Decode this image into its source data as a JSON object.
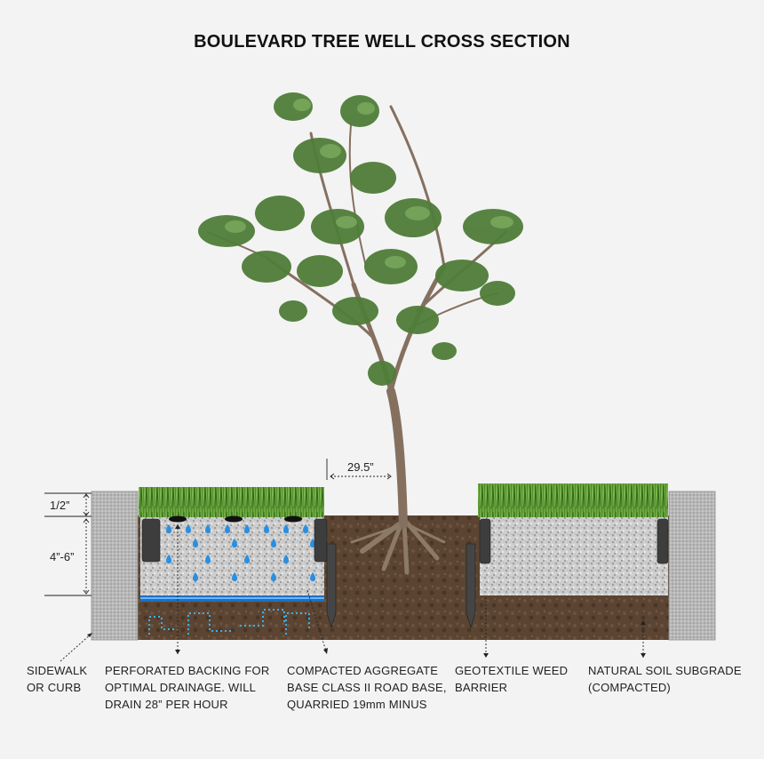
{
  "title": "BOULEVARD TREE WELL CROSS SECTION",
  "dimensions": {
    "top_layer": "1/2”",
    "depth": "4”-6”",
    "gap": "29.5”"
  },
  "labels": {
    "sidewalk": [
      "SIDEWALK",
      "OR CURB"
    ],
    "backing": [
      "PERFORATED BACKING FOR",
      "OPTIMAL DRAINAGE. WILL",
      "DRAIN 28” PER HOUR"
    ],
    "aggregate": [
      "COMPACTED AGGREGATE",
      "BASE CLASS II ROAD BASE,",
      "QUARRIED 19mm MINUS"
    ],
    "geotextile": [
      "GEOTEXTILE WEED",
      "BARRIER"
    ],
    "subgrade": [
      "NATURAL SOIL SUBGRADE",
      "(COMPACTED)"
    ]
  },
  "colors": {
    "soil": "#5a4330",
    "grass": "#4e8a2b",
    "aggregate": "#c9c9c9",
    "curb": "#b8b8b8",
    "water": "#2a8fe0",
    "edging": "#3c3c3c",
    "foliage": "#4f7f3c",
    "trunk": "#8a7560"
  }
}
